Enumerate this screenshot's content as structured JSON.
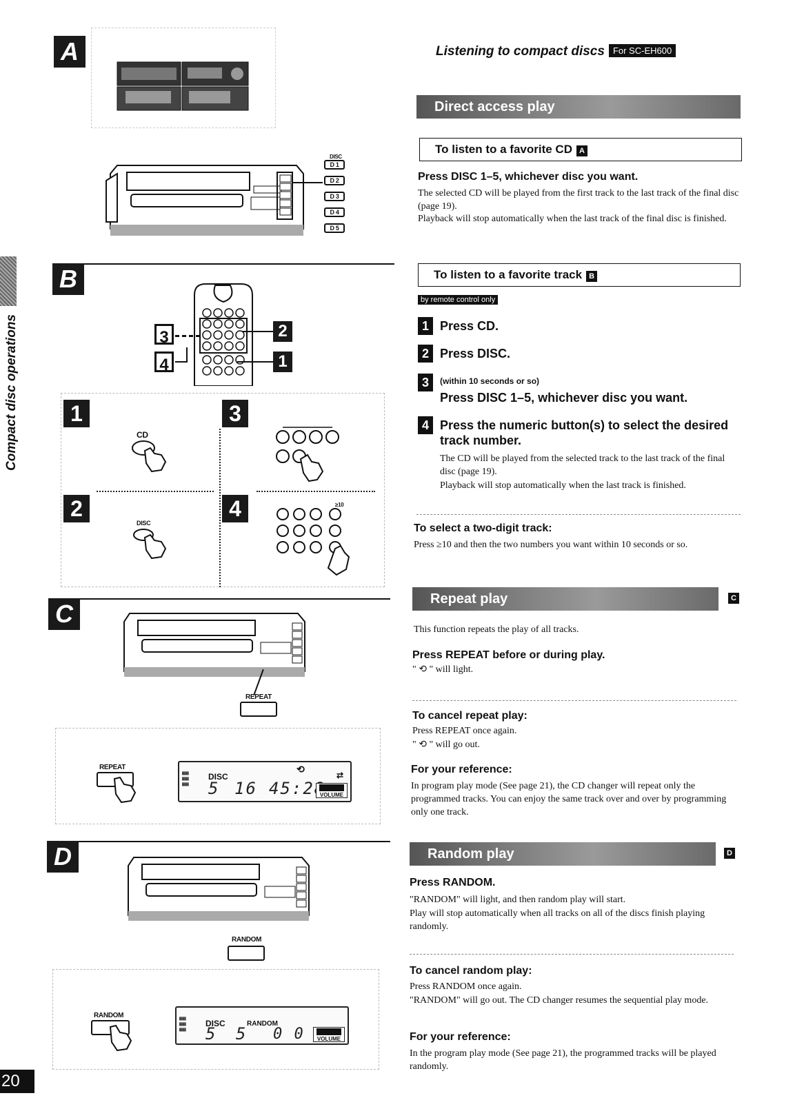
{
  "left": {
    "section_a": "A",
    "section_b": "B",
    "section_c": "C",
    "section_d": "D",
    "side_label": "Compact disc operations",
    "page_number": "20",
    "disc_label": "DISC",
    "disc_buttons": [
      "D 1",
      "D 2",
      "D 3",
      "D 4",
      "D 5"
    ],
    "steps": [
      "1",
      "2",
      "3",
      "4"
    ],
    "cd_label": "CD",
    "disc_btn_label": "DISC",
    "ten_label": "≥10",
    "repeat_label": "REPEAT",
    "random_label": "RANDOM",
    "lcd_c": {
      "disc": "DISC",
      "disc_no": "5",
      "track": "16",
      "time": "45:28",
      "vol": "VOLUME"
    },
    "lcd_d": {
      "disc": "DISC",
      "disc_no": "5",
      "track": "5",
      "random": "RANDOM",
      "counter": "0 0 1",
      "vol": "VOLUME"
    }
  },
  "right": {
    "title": "Listening to compact discs",
    "model": "For SC-EH600",
    "direct_access": {
      "bar": "Direct access play",
      "sub1": {
        "title": "To listen to a favorite CD",
        "badge": "A"
      },
      "press_disc": "Press DISC 1–5, whichever disc you want.",
      "press_disc_body1": "The selected CD will be played from the first track to the last track of the final disc (page 19).",
      "press_disc_body2": "Playback will stop automatically when the last track of the final disc is finished.",
      "sub2": {
        "title": "To listen to a favorite track",
        "badge": "B"
      },
      "remote_only": "by remote control only",
      "step1": "Press CD.",
      "step2": "Press DISC.",
      "step3_note": "(within 10 seconds or so)",
      "step3": "Press DISC 1–5, whichever disc you want.",
      "step4": "Press the numeric button(s) to select the desired track number.",
      "step4_body1": "The CD will be played from the selected track to the last track of the final disc (page 19).",
      "step4_body2": "Playback will stop automatically when the last track is finished.",
      "two_digit_h": "To select a two-digit track:",
      "two_digit_body": "Press ≥10 and then the two numbers you want within 10 seconds or so."
    },
    "repeat": {
      "bar": "Repeat play",
      "badge": "C",
      "intro": "This function repeats the play of all tracks.",
      "press": "Press REPEAT before or during play.",
      "light": "\" ⟲ \" will light.",
      "cancel_h": "To cancel repeat play:",
      "cancel_body1": "Press REPEAT once again.",
      "cancel_body2": "\" ⟲ \" will go out.",
      "ref_h": "For your reference:",
      "ref_body": "In program play mode (See page 21), the CD changer will repeat only the programmed tracks. You can enjoy the same track over and over by programming only one track."
    },
    "random": {
      "bar": "Random play",
      "badge": "D",
      "press": "Press RANDOM.",
      "body1": "\"RANDOM\" will light, and then random play will start.",
      "body2": "Play will stop automatically when all tracks on all of the discs finish playing randomly.",
      "cancel_h": "To cancel random play:",
      "cancel_body1": "Press RANDOM once again.",
      "cancel_body2": "\"RANDOM\" will go out. The CD changer resumes the sequential play mode.",
      "ref_h": "For your reference:",
      "ref_body": "In the program play mode (See page 21), the programmed tracks will be played randomly."
    }
  }
}
